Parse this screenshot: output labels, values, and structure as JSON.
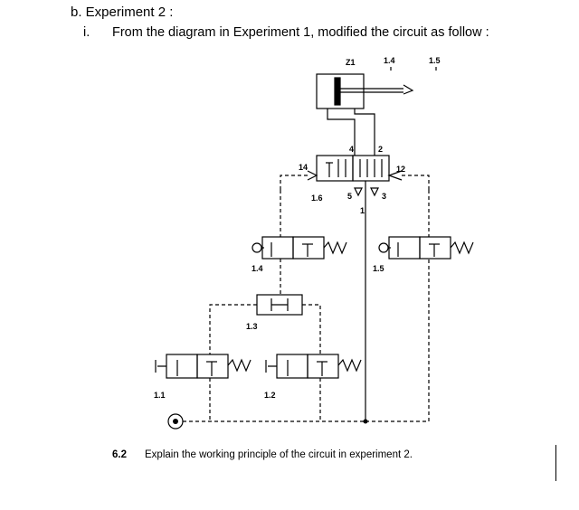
{
  "heading": "b.  Experiment 2 :",
  "sub_num": "i.",
  "sub_text": "From the diagram in Experiment 1, modified the circuit as follow :",
  "diagram": {
    "cylinder_label": "Z1",
    "label_14_top": "1.4",
    "label_15_top": "1.5",
    "port_4": "4",
    "port_2": "2",
    "port_14": "14",
    "port_12": "12",
    "valve_label": "1.6",
    "port_5": "5",
    "port_3": "3",
    "port_1": "1",
    "valve_14": "1.4",
    "valve_15": "1.5",
    "valve_13": "1.3",
    "valve_11": "1.1",
    "valve_12": "1.2"
  },
  "question": {
    "number": "6.2",
    "text": "Explain the working principle of the circuit in experiment 2."
  }
}
